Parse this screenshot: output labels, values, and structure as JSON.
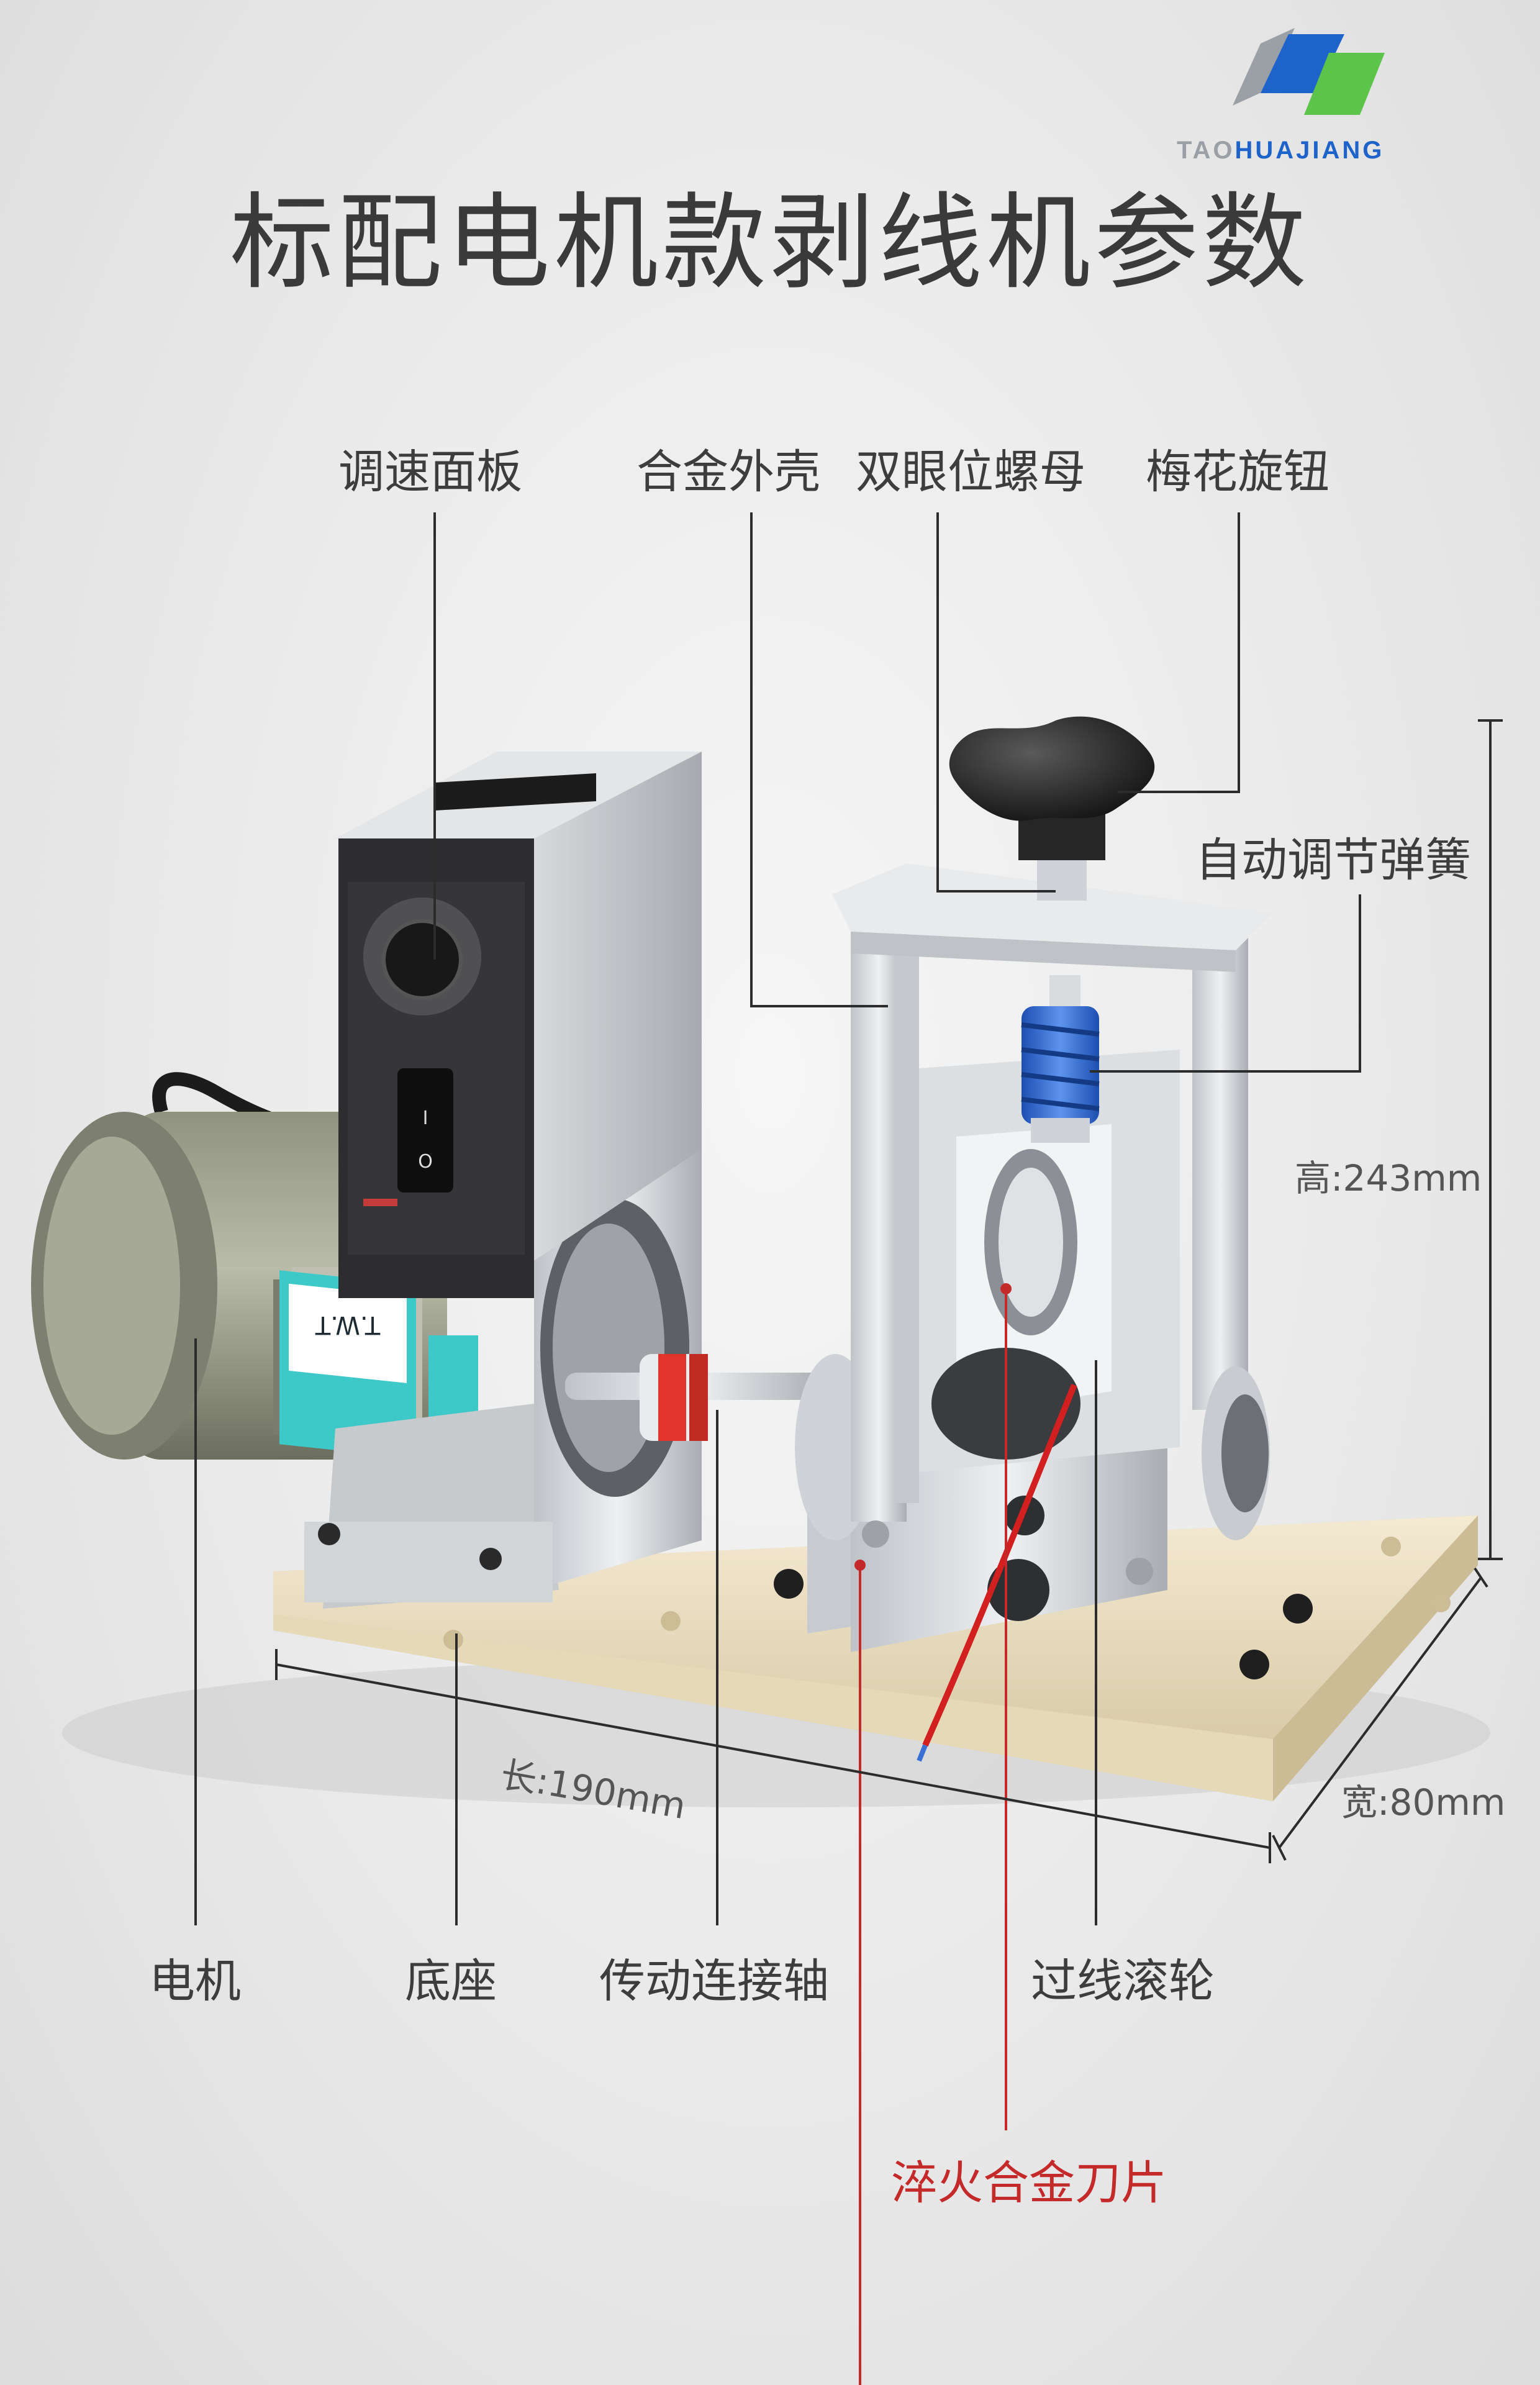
{
  "brand": {
    "name_part1": "TAO",
    "name_part2": "HUA",
    "name_part3": "JIANG",
    "logo_icon": "double-bar-logo-icon",
    "colors": {
      "gray": "#9aa0a6",
      "blue": "#1d63c9",
      "green": "#5cc44a"
    }
  },
  "title": "标配电机款剥线机参数",
  "callouts": {
    "speed_panel": "调速面板",
    "alloy_shell": "合金外壳",
    "double_eye_nut": "双眼位螺母",
    "plum_knob": "梅花旋钮",
    "auto_spring": "自动调节弹簧",
    "motor": "电机",
    "base": "底座",
    "coupling_shaft": "传动连接轴",
    "roller": "过线滚轮",
    "blade": "淬火合金刀片"
  },
  "dimensions": {
    "height": "高:243mm",
    "length": "长:190mm",
    "width": "宽:80mm"
  },
  "accent_colors": {
    "red": "#c42a2a",
    "spring_blue": "#2f6fd6",
    "base": "#efe4c8"
  }
}
